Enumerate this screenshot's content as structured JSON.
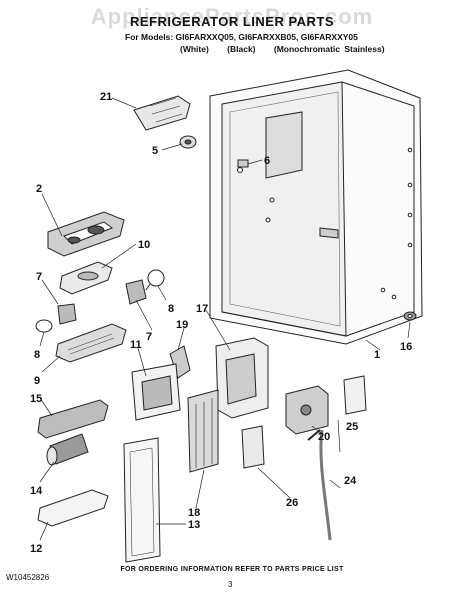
{
  "header": {
    "watermark": "AppliancePartsPros.com",
    "title": "REFRIGERATOR LINER PARTS",
    "models_line": "For Models: GI6FARXXQ05, GI6FARXXB05, GI6FARXXY05",
    "finishes": [
      "(White)",
      "(Black)",
      "(Monochromatic Stainless)"
    ]
  },
  "callouts": [
    "1",
    "2",
    "5",
    "6",
    "7",
    "7",
    "8",
    "8",
    "9",
    "10",
    "11",
    "12",
    "13",
    "14",
    "15",
    "16",
    "17",
    "18",
    "19",
    "20",
    "21",
    "24",
    "25",
    "26"
  ],
  "footer": {
    "doc_number": "W10452826",
    "ordering_info": "FOR ORDERING INFORMATION REFER TO PARTS PRICE LIST",
    "page": "3"
  }
}
